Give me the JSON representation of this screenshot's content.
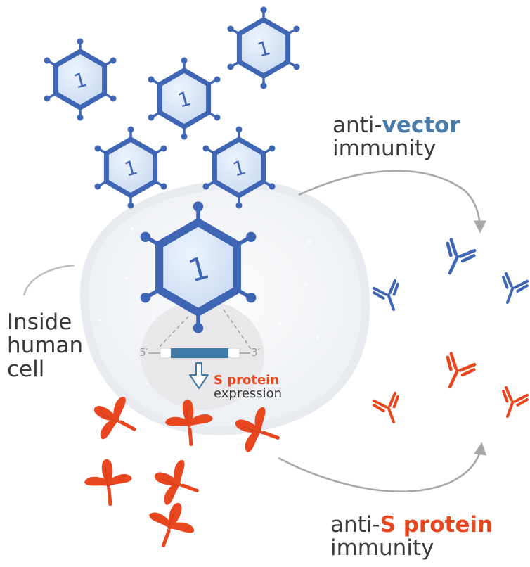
{
  "labels": {
    "vector_prefix": "anti-",
    "vector_word": "vector",
    "vector_suffix": "immunity",
    "sprot_prefix": "anti-",
    "sprot_word": "S protein",
    "sprot_suffix": "immunity",
    "inside_line1": "Inside",
    "inside_line2": "human",
    "inside_line3": "cell",
    "gene_5": "5′",
    "gene_3": "3′",
    "expr_word": "S protein",
    "expr_suffix": "expression"
  },
  "virus_label": "1",
  "colors": {
    "vector_blue": "#3e66b4",
    "hex_fill": "#dce8f8",
    "spike_red": "#e8461e",
    "arrow_grey": "#a8a8a8",
    "cell_fill": "#f3f5f8",
    "nucleus_fill": "#e8e8ea",
    "gene_bar": "#3f79a6"
  },
  "icons": [
    "adenovirus-vector-icon",
    "s-protein-spike-icon",
    "antibody-icon",
    "arrow-icon"
  ]
}
